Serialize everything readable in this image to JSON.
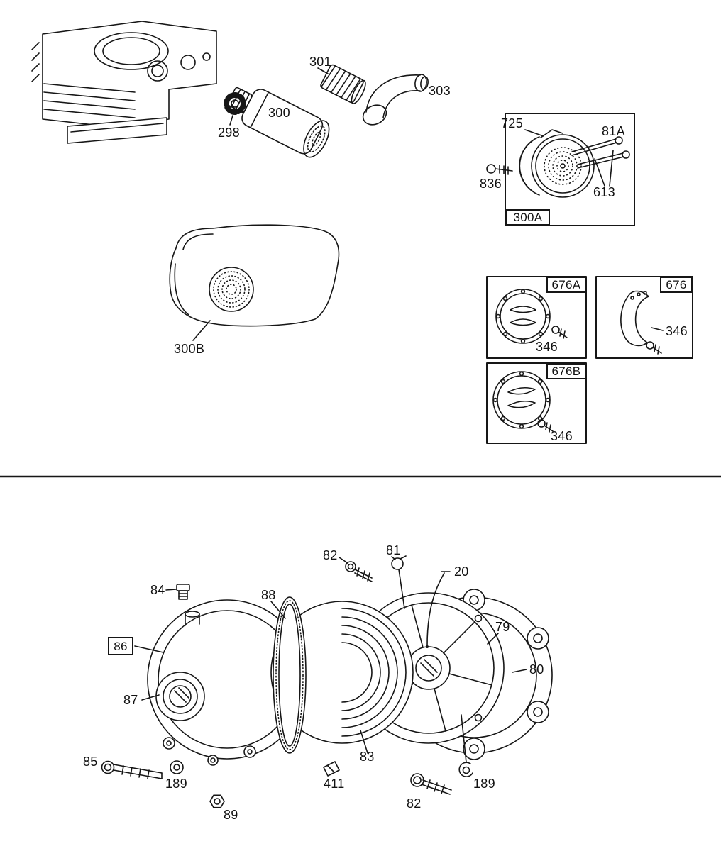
{
  "page": {
    "background": "#ffffff",
    "ink": "#161616"
  },
  "labels": {
    "l_298": "298",
    "l_300": "300",
    "l_301": "301",
    "l_303": "303",
    "l_725": "725",
    "l_81A": "81A",
    "l_836": "836",
    "l_613": "613",
    "b_300A": "300A",
    "l_300B": "300B",
    "b_676A": "676A",
    "l_346_a": "346",
    "b_676": "676",
    "l_346_b": "346",
    "b_676B": "676B",
    "l_346_c": "346",
    "l_82_top": "82",
    "l_81": "81",
    "l_20": "20",
    "l_84": "84",
    "l_88": "88",
    "l_79": "79",
    "b_86": "86",
    "l_80": "80",
    "l_87": "87",
    "l_83": "83",
    "l_85": "85",
    "l_189_left": "189",
    "l_411": "411",
    "l_189_right": "189",
    "l_82_bottom": "82",
    "l_89": "89"
  }
}
